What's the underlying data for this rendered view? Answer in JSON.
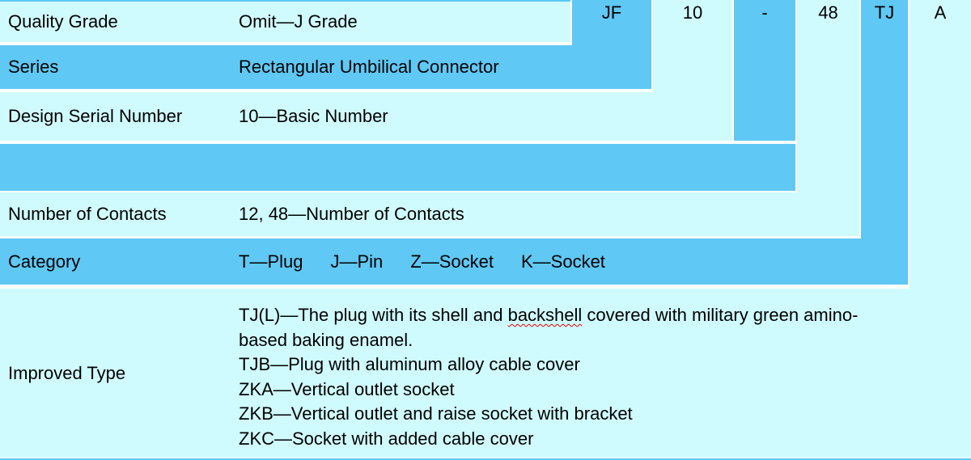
{
  "part_number_code": {
    "segments": [
      "JF",
      "10",
      "-",
      "48",
      "TJ",
      "A"
    ]
  },
  "rows": {
    "quality_grade": {
      "label": "Quality Grade",
      "description": "Omit—J Grade"
    },
    "series": {
      "label": "Series",
      "description": "Rectangular Umbilical Connector"
    },
    "design_serial_number": {
      "label": "Design Serial Number",
      "description": "10—Basic Number"
    },
    "separator_row": {
      "label": "",
      "description": ""
    },
    "number_of_contacts": {
      "label": "Number of Contacts",
      "description": "12, 48—Number of Contacts"
    },
    "category": {
      "label": "Category",
      "items": [
        "T—Plug",
        "J—Pin",
        "Z—Socket",
        "K—Socket"
      ]
    },
    "improved_type": {
      "label": "Improved Type",
      "line1_prefix": "TJ(L)—The plug with its shell and ",
      "line1_misspelled_word": "backshell",
      "line1_suffix": " covered with military green amino-",
      "line2": "based baking enamel.",
      "line3": "TJB—Plug with aluminum alloy cable cover",
      "line4": "ZKA—Vertical outlet socket",
      "line5": "ZKB—Vertical outlet and raise socket with bracket",
      "line6": "ZKC—Socket with added cable cover"
    }
  },
  "colors": {
    "band_blue": "#5FC8F5",
    "band_cyan": "#D0FBFE",
    "text": "#000000",
    "spellcheck_underline": "#E00000"
  }
}
